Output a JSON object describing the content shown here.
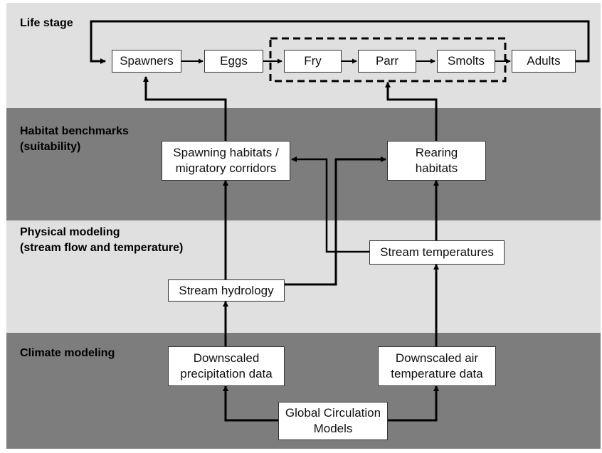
{
  "bands": {
    "life_stage": "Life stage",
    "habitat": "Habitat benchmarks\n(suitability)",
    "physical": "Physical modeling\n(stream flow and temperature)",
    "climate": "Climate modeling"
  },
  "nodes": {
    "spawners": "Spawners",
    "eggs": "Eggs",
    "fry": "Fry",
    "parr": "Parr",
    "smolts": "Smolts",
    "adults": "Adults",
    "spawning_habitats": "Spawning habitats /\nmigratory corridors",
    "rearing_habitats": "Rearing\nhabitats",
    "stream_temperatures": "Stream temperatures",
    "stream_hydrology": "Stream hydrology",
    "downscaled_precip": "Downscaled\nprecipitation data",
    "downscaled_air": "Downscaled air\ntemperature data",
    "gcm": "Global Circulation\nModels"
  }
}
